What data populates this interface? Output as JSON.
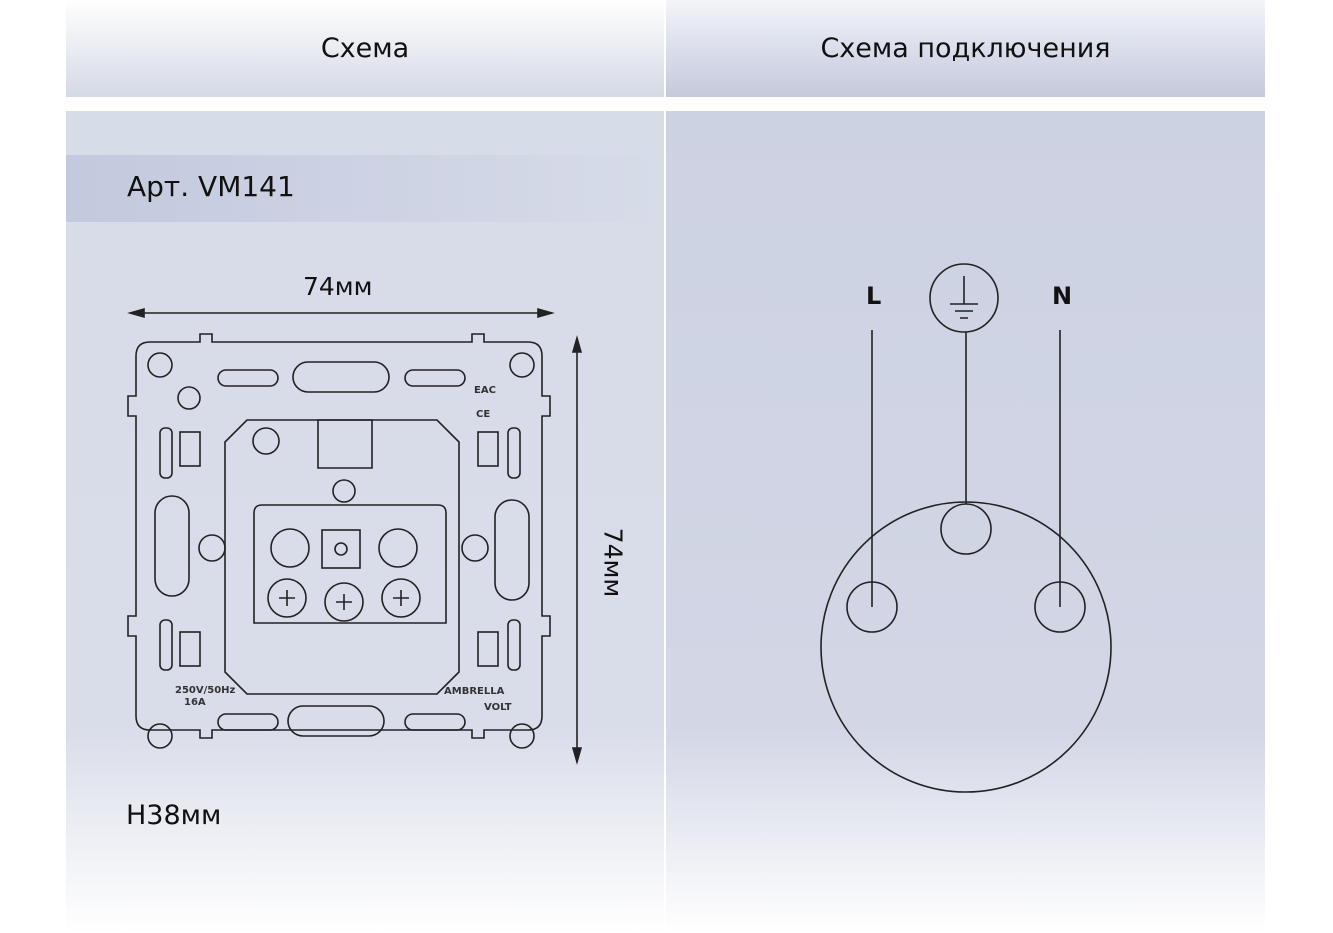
{
  "header": {
    "left_title": "Схема",
    "right_title": "Схема подключения"
  },
  "product": {
    "article": "Арт. VM141",
    "width_label": "74мм",
    "height_label": "74мм",
    "depth_label": "H38мм",
    "rating_voltage": "250V/50Hz",
    "rating_current": "16A",
    "brand_line1": "AMBRELLA",
    "brand_line2": "VOLT",
    "marks": [
      "EAC",
      "CE"
    ]
  },
  "wiring": {
    "line_label": "L",
    "neutral_label": "N",
    "ground_icon": "ground-icon"
  },
  "colors": {
    "panel_left": "#d7dce9",
    "panel_right": "#cdd2e3",
    "line": "#222222"
  }
}
